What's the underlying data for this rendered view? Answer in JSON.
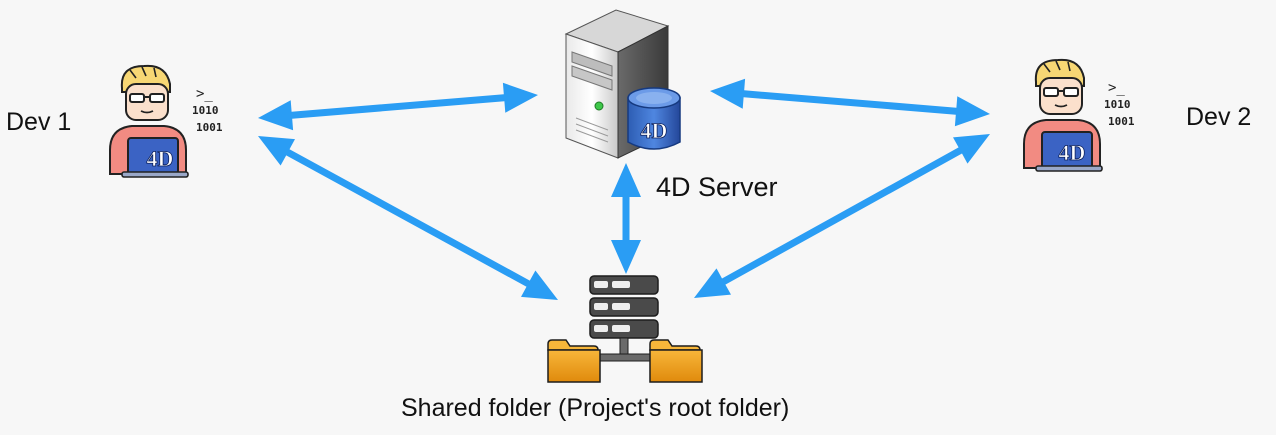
{
  "nodes": {
    "dev1": {
      "label": "Dev 1",
      "badge": "4D",
      "terminal": ">_",
      "bits1": "1010",
      "bits2": "1001"
    },
    "dev2": {
      "label": "Dev 2",
      "badge": "4D",
      "terminal": ">_",
      "bits1": "1010",
      "bits2": "1001"
    },
    "server": {
      "label": "4D Server",
      "badge": "4D"
    },
    "shared": {
      "label": "Shared folder (Project's root folder)"
    }
  },
  "edges": [
    {
      "from": "dev1",
      "to": "server",
      "bidirectional": true
    },
    {
      "from": "server",
      "to": "dev2",
      "bidirectional": true
    },
    {
      "from": "dev1",
      "to": "shared",
      "bidirectional": true
    },
    {
      "from": "server",
      "to": "shared",
      "bidirectional": true
    },
    {
      "from": "dev2",
      "to": "shared",
      "bidirectional": true
    }
  ],
  "colors": {
    "arrow": "#2a9df4",
    "background": "#f7f7f7",
    "folder": "#f2a21b",
    "hair": "#f7d774",
    "shirt": "#f28b82",
    "badge": "#3b63c4"
  }
}
